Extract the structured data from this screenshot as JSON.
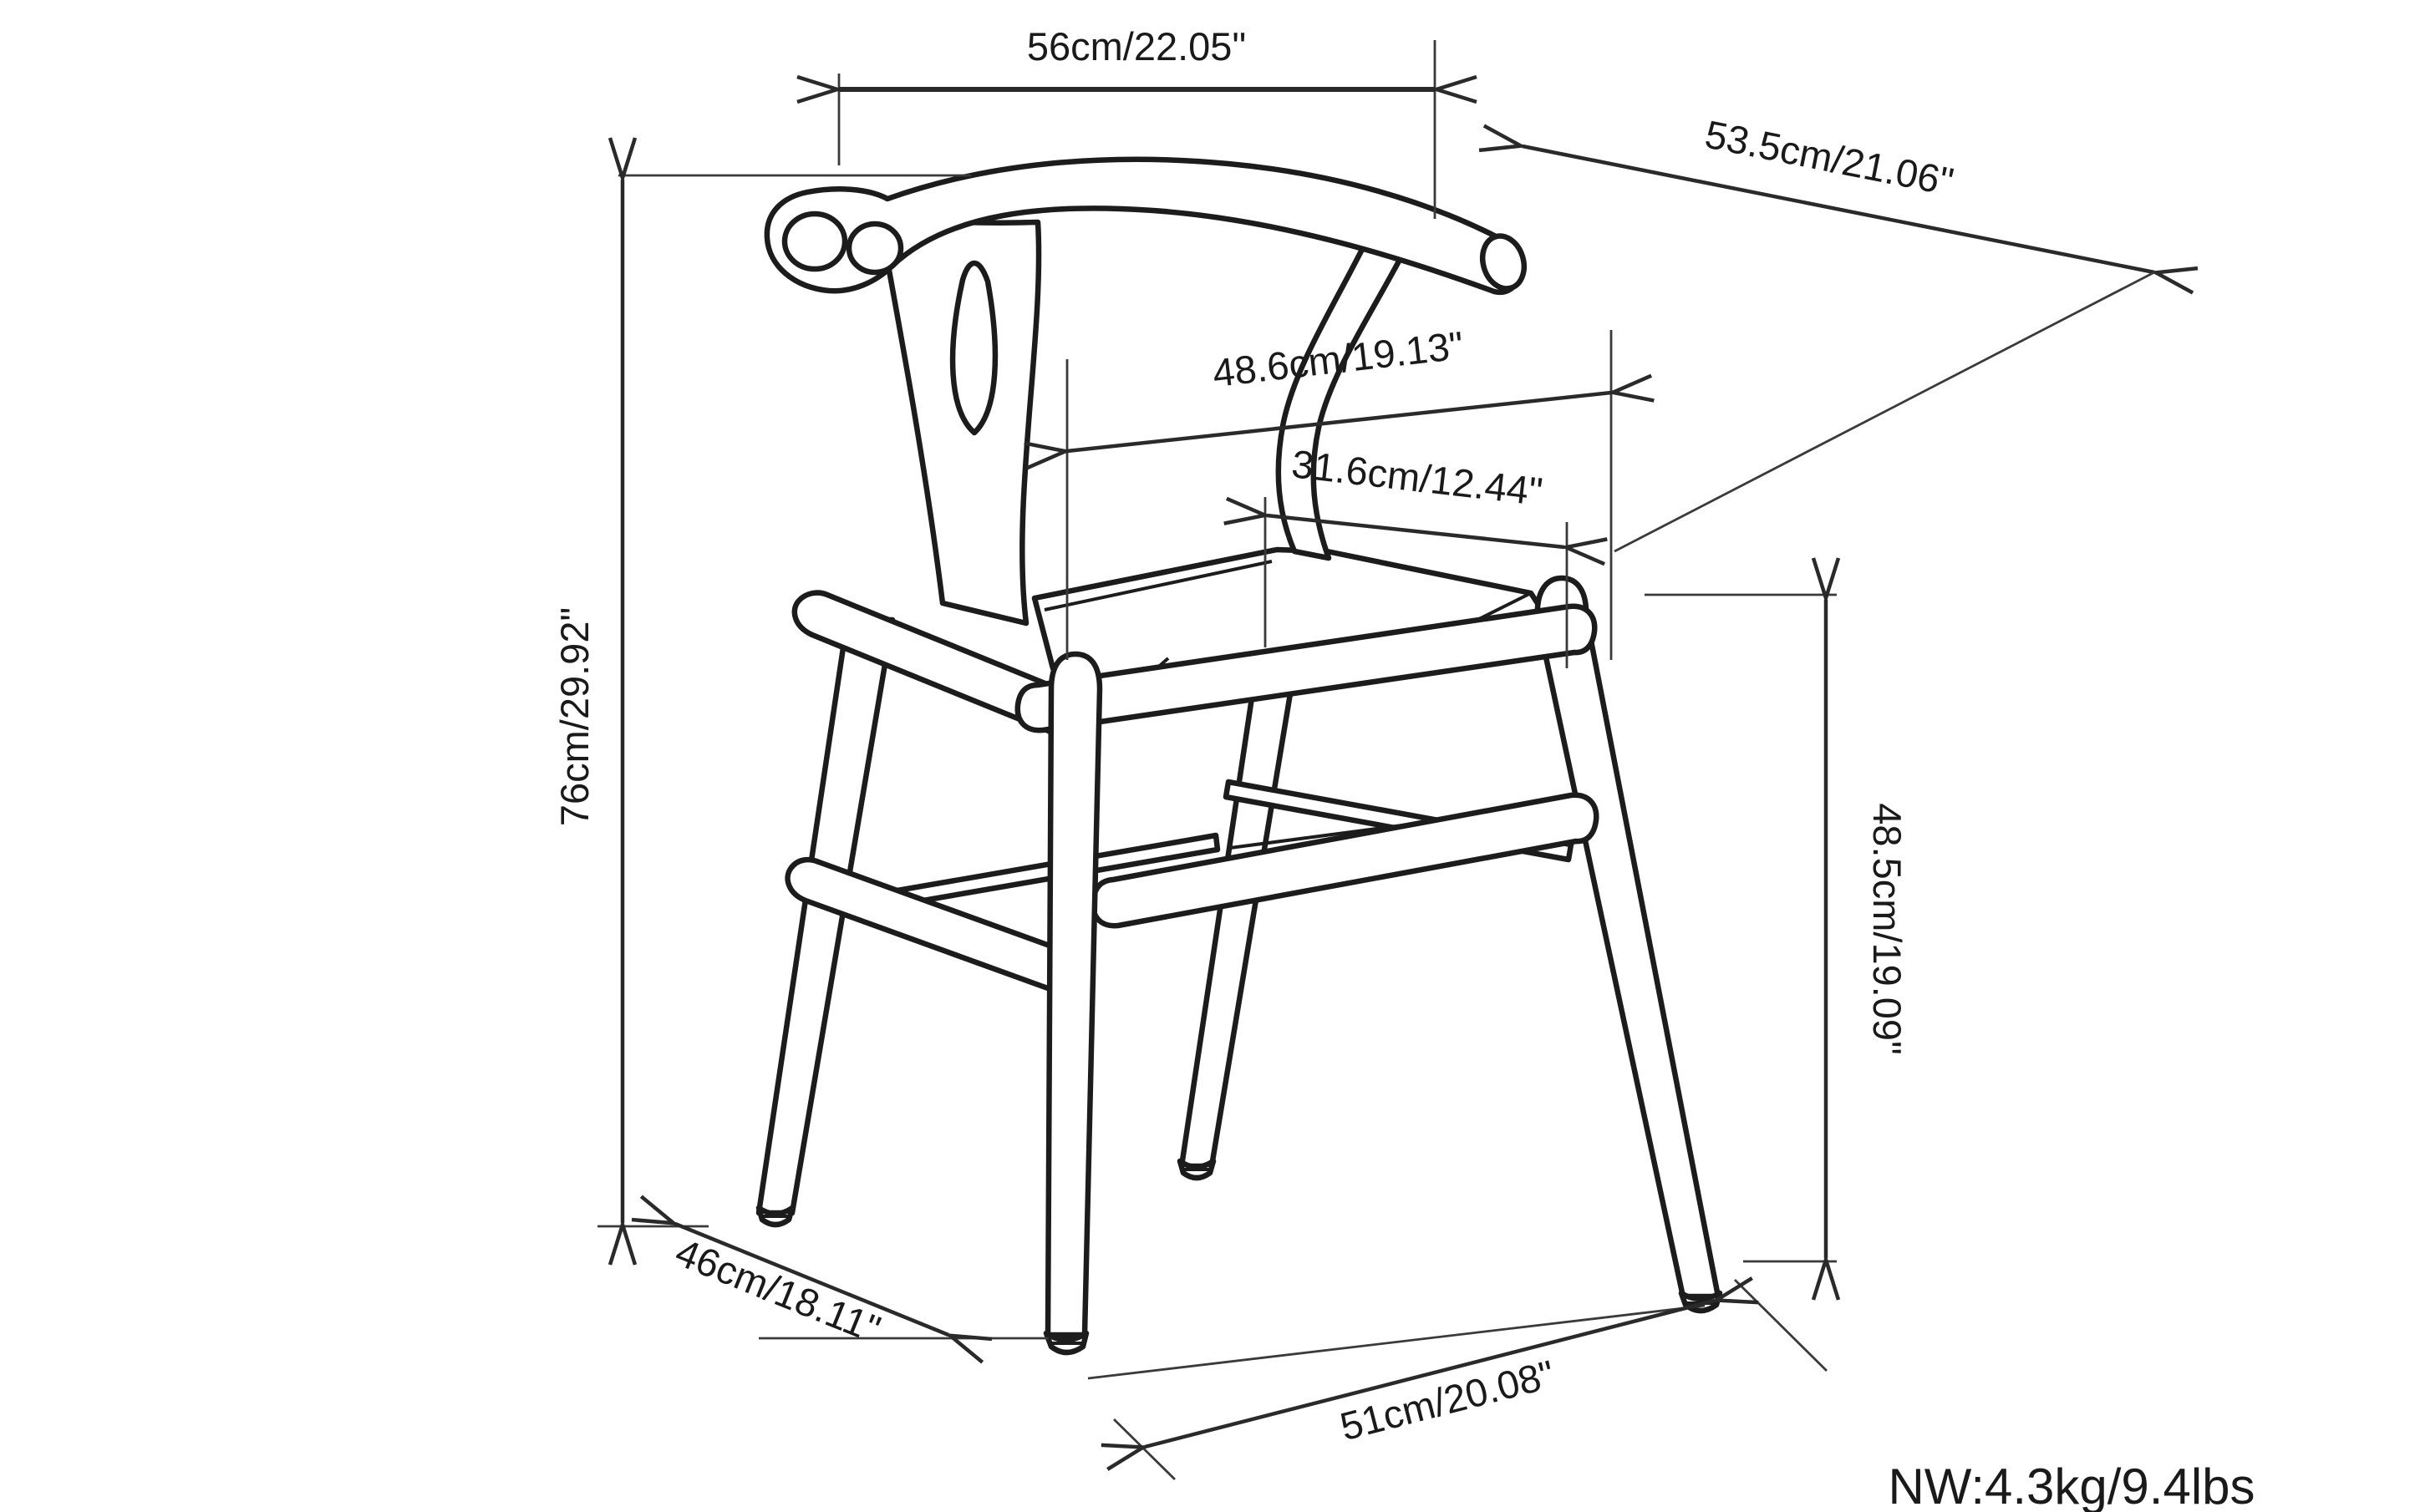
{
  "diagram": {
    "type": "chair-dimension-drawing",
    "dimensions": {
      "top_width": "56cm/22.05\"",
      "backrest_diagonal": "53.5cm/21.06\"",
      "back_width": "48.6cm/19.13\"",
      "seat_inner_width": "31.6cm/12.44\"",
      "overall_height": "76cm/29.92\"",
      "seat_back_height": "48.5cm/19.09\"",
      "side_depth": "46cm/18.11\"",
      "seat_depth": "51cm/20.08\""
    },
    "weight_note": "NW:4.3kg/9.4lbs",
    "colors": {
      "line": "#1c1c1c",
      "dimension_line": "#2a2a2a",
      "background": "#ffffff"
    }
  }
}
